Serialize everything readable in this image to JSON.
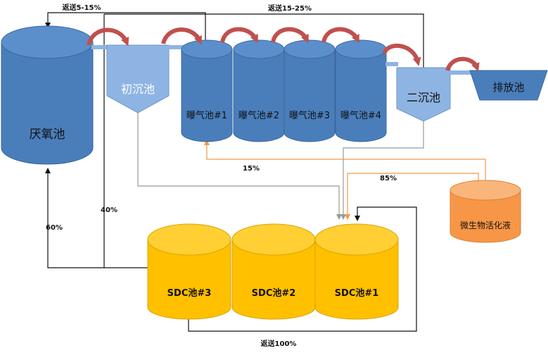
{
  "tanks": {
    "anaerobic": "厌氧池",
    "primary_clarifier": "初沉池",
    "aeration_1": "曝气池#1",
    "aeration_2": "曝气池#2",
    "aeration_3": "曝气池#3",
    "aeration_4": "曝气池#4",
    "secondary_clarifier": "二沉池",
    "discharge": "排放池",
    "microbe_liquid": "微生物活化液",
    "sdc_1": "SDC池#1",
    "sdc_2": "SDC池#2",
    "sdc_3": "SDC池#3"
  },
  "flows": {
    "return_top_left": "返送5-15%",
    "return_top_right": "返送15-25%",
    "return_bottom": "返送100%",
    "microbe_to_aeration": "15%",
    "microbe_to_sdc": "85%",
    "sdc_to_anaerobic": "60%",
    "sdc_to_aeration": "40%"
  },
  "colors": {
    "blue_tank": "#4f81bd",
    "light_blue": "#8eb4e3",
    "orange_tank": "#f79646",
    "yellow_tank": "#ffc000",
    "arrow_red": "#c0504d",
    "orange_line": "#f79646",
    "gray_line": "#999999"
  }
}
